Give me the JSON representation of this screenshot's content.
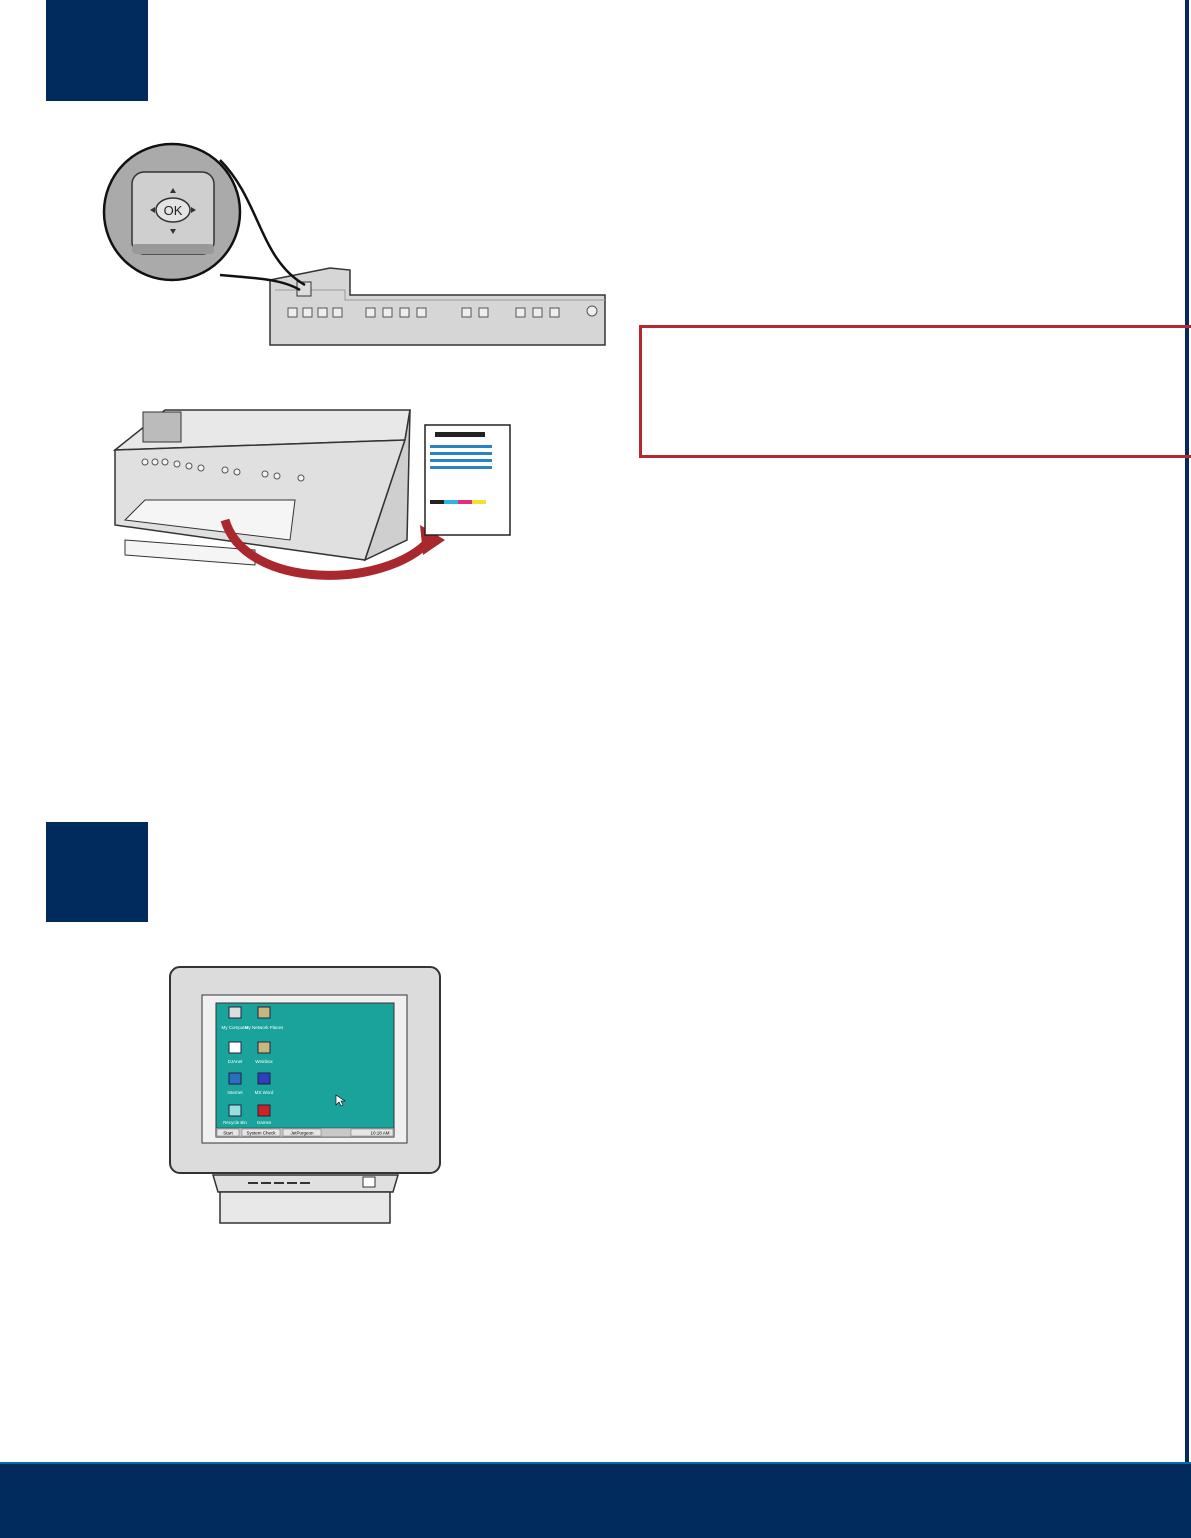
{
  "control_panel": {
    "ok_label": "OK"
  },
  "desktop": {
    "icons": [
      {
        "label": "My Computer"
      },
      {
        "label": "My Network Places"
      },
      {
        "label": "DJAnet"
      },
      {
        "label": "Weinbox"
      },
      {
        "label": "Internet"
      },
      {
        "label": "MS Word"
      },
      {
        "label": "Recycle Bin"
      },
      {
        "label": "Games"
      }
    ],
    "taskbar": {
      "start": "Start",
      "task1": "System Check",
      "task2": "JetPurgeon",
      "clock": "10:18 AM"
    }
  },
  "colors": {
    "navy": "#002b5c",
    "red": "#b5282e",
    "desktop_teal": "#1aa39b"
  }
}
